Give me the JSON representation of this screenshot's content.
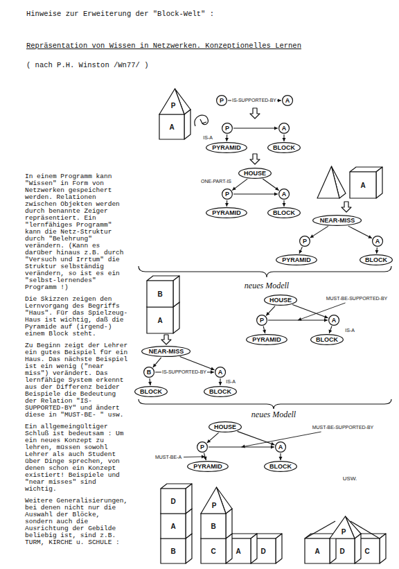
{
  "diagram": {
    "title": "Hinweise zur Erweiterung der \"Block-Welt\" :",
    "nodes": [
      {
        "text": [
          "P"
        ]
      },
      {
        "text": [
          "A"
        ]
      },
      {
        "text": [
          "P"
        ]
      },
      {
        "text": [
          "A"
        ]
      },
      {
        "text": [
          "PYRAMID"
        ]
      },
      {
        "text": [
          "BLOCK"
        ]
      },
      {
        "text": [
          "HOUSE"
        ]
      },
      {
        "text": [
          "P"
        ]
      },
      {
        "text": [
          "A"
        ]
      },
      {
        "text": [
          "PYRAMID"
        ]
      },
      {
        "text": [
          "BLOCK"
        ]
      },
      {
        "text": [
          "NEAR-MISS"
        ]
      },
      {
        "text": [
          "P"
        ]
      },
      {
        "text": [
          "A"
        ]
      },
      {
        "text": [
          "PYRAMID"
        ]
      },
      {
        "text": [
          "BLOCK"
        ]
      },
      {
        "text": [
          "HOUSE"
        ]
      },
      {
        "text": [
          "P"
        ]
      },
      {
        "text": [
          "A"
        ]
      },
      {
        "text": [
          "PYRAMID"
        ]
      },
      {
        "text": [
          "BLOCK"
        ]
      },
      {
        "text": [
          "NEAR-MISS"
        ]
      },
      {
        "text": [
          "B"
        ]
      },
      {
        "text": [
          "A"
        ]
      },
      {
        "text": [
          "BLOCK"
        ]
      },
      {
        "text": [
          "BLOCK"
        ]
      },
      {
        "text": [
          "HOUSE"
        ]
      },
      {
        "text": [
          "P"
        ]
      },
      {
        "text": [
          "A"
        ]
      },
      {
        "text": [
          "PYRAMID"
        ]
      },
      {
        "text": [
          "BLOCK"
        ]
      }
    ],
    "edges": [
      {
        "from": 0,
        "to": 1,
        "label": "IS-SUPPORTED-BY",
        "arrow": "to"
      },
      {
        "from": 2,
        "to": 3,
        "arrow": "to"
      },
      {
        "from": 2,
        "to": 4,
        "label": "IS-A",
        "arrow": "to"
      },
      {
        "from": 3,
        "to": 5,
        "arrow": "to"
      },
      {
        "from": 6,
        "to": 7,
        "label": "ONE-PART-IS",
        "arrow": "to"
      },
      {
        "from": 6,
        "to": 8,
        "arrow": "to"
      },
      {
        "from": 7,
        "to": 8,
        "arrow": "to"
      },
      {
        "from": 7,
        "to": 9,
        "arrow": "to"
      },
      {
        "from": 8,
        "to": 10,
        "arrow": "to"
      },
      {
        "from": 11,
        "to": 12,
        "arrow": "to"
      },
      {
        "from": 11,
        "to": 13,
        "arrow": "to"
      },
      {
        "from": 12,
        "to": 14,
        "arrow": "to"
      },
      {
        "from": 13,
        "to": 15,
        "arrow": "to"
      },
      {
        "from": 16,
        "to": 17,
        "arrow": "to"
      },
      {
        "from": 16,
        "to": 18,
        "arrow": "to"
      },
      {
        "from": 17,
        "to": 18,
        "label": "MUST-BE-SUPPORTED-BY",
        "arrow": "to"
      },
      {
        "from": 17,
        "to": 19,
        "arrow": "to"
      },
      {
        "from": 18,
        "to": 20,
        "label": "IS-A",
        "arrow": "to"
      },
      {
        "from": 21,
        "to": 22,
        "arrow": "to"
      },
      {
        "from": 21,
        "to": 23,
        "arrow": "to"
      },
      {
        "from": 22,
        "to": 23,
        "label": "IS-SUPPORTED-BY",
        "arrow": "to"
      },
      {
        "from": 22,
        "to": 24,
        "arrow": "to"
      },
      {
        "from": 23,
        "to": 25,
        "label": "IS-A",
        "arrow": "to"
      },
      {
        "from": 26,
        "to": 27,
        "arrow": "to"
      },
      {
        "from": 26,
        "to": 28,
        "arrow": "to"
      },
      {
        "from": 27,
        "to": 28,
        "label": "MUST-BE-SUPPORTED-BY",
        "arrow": "to"
      },
      {
        "from": 27,
        "to": 29,
        "label": "MUST-BE-A",
        "arrow": "to"
      },
      {
        "from": 28,
        "to": 30,
        "arrow": "to"
      }
    ],
    "labels": [
      "Repräsentation von Wissen in Netzwerken. Konzeptionelles Lernen",
      "( nach P.H. Winston /Wn77/ )",
      "In einem Programm kann \"Wissen\" in Form von Netzwerken gespeichert werden. Relationen zwischen Objekten werden durch benannte Zeiger repräsentiert. Ein \"lernfähiges Programm\" kann die Netz-Struktur durch \"Belehrung\" verändern. (Kann es darüber hinaus z.B. durch \"Versuch und Irrtum\" die Struktur selbständig verändern, so ist es ein \"selbst-lernendes\" Programm !)",
      "Die Skizzen zeigen den Lernvorgang des Begriffs \"Haus\". Für das Spielzeug-Haus ist wichtig, daß die Pyramide auf (irgend-) einem Block steht.",
      "Zu Beginn zeigt der Lehrer ein gutes Beispiel für ein Haus. Das nächste Beispiel ist ein wenig (\"near miss\") verändert. Das lernfähige System erkennt aus der Differenz beider Beispiele die Bedeutung der Relation \"IS-SUPPORTED-BY\" und ändert diese in \"MUST-BE- \" usw.",
      "Ein allgemeingültiger Schluß ist bedeutsam : Um ein neues Konzept zu lehren, müssen sowohl Lehrer als auch Student über Dinge sprechen, von denen schon ein Konzept existiert! Beispiele und \"near misses\" sind wichtig.",
      "Weitere Generalisierungen, bei denen nicht nur die Auswahl der Blöcke, sondern auch die Ausrichtung der Gebilde beliebig ist, sind z.B. TURM, KIRCHE u. SCHULE :",
      "P",
      "A",
      "A",
      "B",
      "A",
      "neues Modell",
      "neues Modell",
      "USW.",
      "D",
      "A",
      "B",
      "P",
      "B",
      "C",
      "A",
      "D",
      "P",
      "A",
      "D",
      "C"
    ]
  }
}
